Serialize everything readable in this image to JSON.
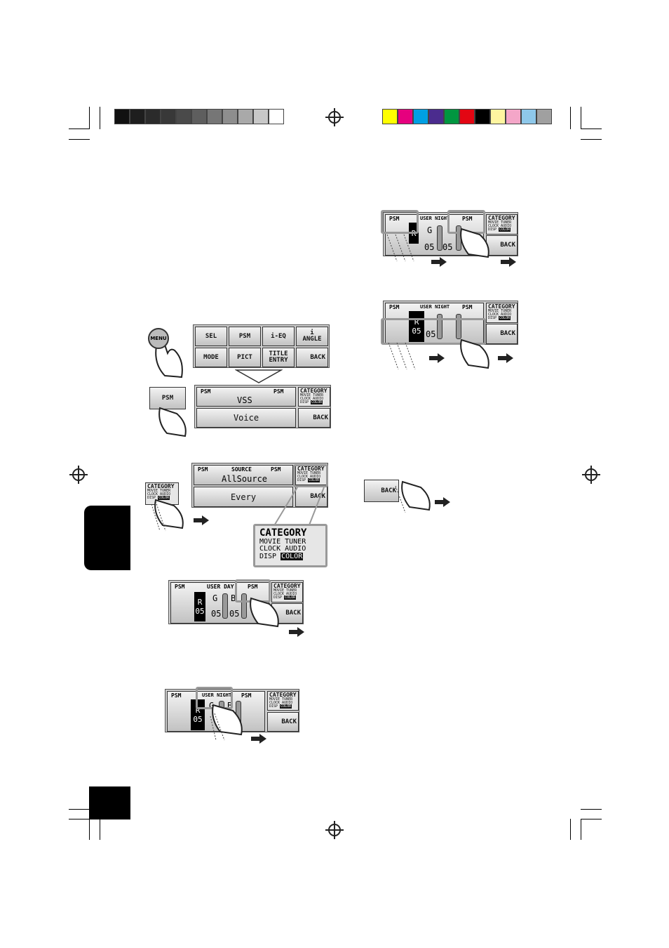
{
  "strip_left": [
    "#111111",
    "#1e1e1e",
    "#2b2b2b",
    "#383838",
    "#4a4a4a",
    "#5e5e5e",
    "#767676",
    "#8e8e8e",
    "#a9a9a9",
    "#c8c8c8",
    "#ffffff"
  ],
  "strip_right": [
    "#ffff00",
    "#e6007e",
    "#009fe3",
    "#4b2c8e",
    "#009640",
    "#e30613",
    "#000000",
    "#fff5a0",
    "#f4a6c8",
    "#8ec8ea",
    "#a0a0a0"
  ],
  "menu_screen": {
    "menu_key": "MENU",
    "sel": "SEL",
    "psm": "PSM",
    "ieq": "i-EQ",
    "angle_a": "i",
    "angle_b": "ANGLE",
    "mode": "MODE",
    "pict": "PICT",
    "title_a": "TITLE",
    "title_b": "ENTRY",
    "back": "BACK"
  },
  "psm_screen": {
    "psm_key": "PSM",
    "psm_left": "PSM",
    "psm_right": "PSM",
    "item": "VSS",
    "value": "Voice",
    "back": "BACK"
  },
  "category": {
    "title": "CATEGORY",
    "row1": "MOVIE TUNER",
    "row2": "CLOCK AUDIO",
    "row3a": "DISP",
    "row3b": "COLOR"
  },
  "source_screen": {
    "psm_left": "PSM",
    "label": "SOURCE",
    "value": "AllSource",
    "psm_right": "PSM",
    "sub": "Every",
    "back": "BACK"
  },
  "user_day": {
    "psm_left": "PSM",
    "label": "USER DAY",
    "psm_right": "PSM",
    "r": "R",
    "g": "G",
    "b": "B",
    "n1": "05",
    "n2": "05",
    "n3": "05",
    "back": "BACK"
  },
  "user_night": {
    "psm_left": "PSM",
    "label": "USER NIGHT",
    "psm_right": "PSM",
    "r": "R",
    "g": "G",
    "b": "B",
    "n1": "05",
    "n2": "05",
    "back": "BACK"
  },
  "back_key": "BACK"
}
